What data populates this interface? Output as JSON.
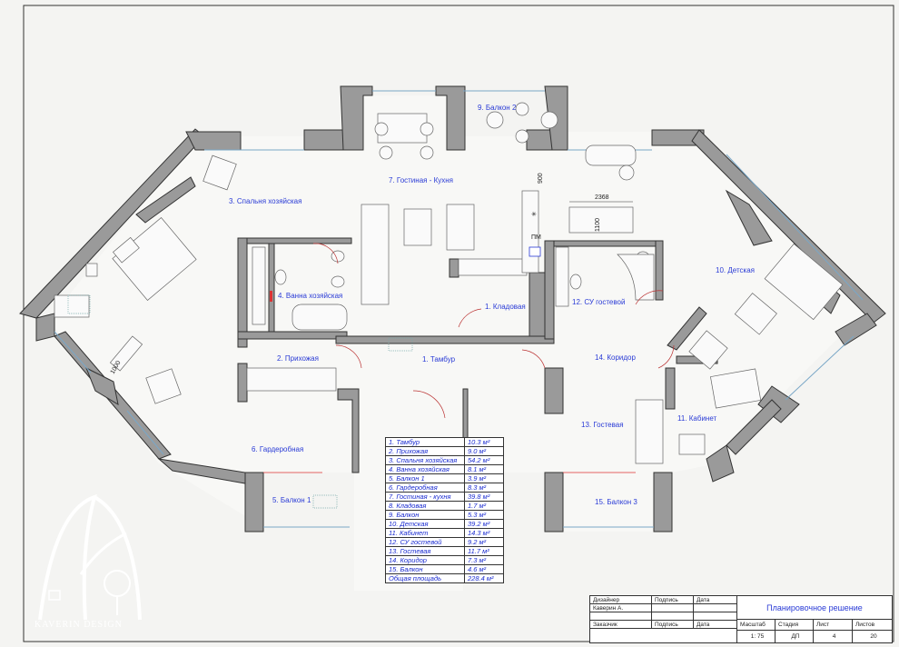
{
  "rooms": {
    "r1": "1. Тамбур",
    "r2": "2. Прихожая",
    "r3": "3. Спальня хозяйская",
    "r4": "4. Ванна хозяйская",
    "r5": "5. Балкон 1",
    "r6": "6. Гардеробная",
    "r7": "7. Гостиная - Кухня",
    "r8": "1. Кладовая",
    "r9": "9. Балкон 2",
    "r10": "10. Детская",
    "r11": "11. Кабинет",
    "r12": "12. СУ гостевой",
    "r13": "13. Гостевая",
    "r14": "14. Коридор",
    "r15": "15. Балкон 3"
  },
  "dimensions": {
    "d1": "900",
    "d2": "2368",
    "d3": "1100",
    "d4": "1000",
    "pm": "ПМ"
  },
  "legend": [
    {
      "name": "1. Тамбур",
      "area": "10.3 м²"
    },
    {
      "name": "2. Прихожая",
      "area": "9.0 м²"
    },
    {
      "name": "3. Спальня хозяйская",
      "area": "54.2 м²"
    },
    {
      "name": "4. Ванна хозяйская",
      "area": "8.1 м²"
    },
    {
      "name": "5. Балкон 1",
      "area": "3.9 м²"
    },
    {
      "name": "6. Гардеробная",
      "area": "8.3 м²"
    },
    {
      "name": "7. Гостиная - кухня",
      "area": "39.8 м²"
    },
    {
      "name": "8. Кладовая",
      "area": "1.7 м²"
    },
    {
      "name": "9. Балкон",
      "area": "5.3 м²"
    },
    {
      "name": "10. Детская",
      "area": "39.2 м²"
    },
    {
      "name": "11. Кабинет",
      "area": "14.3 м²"
    },
    {
      "name": "12. СУ гостевой",
      "area": "9.2 м²"
    },
    {
      "name": "13. Гостевая",
      "area": "11.7 м²"
    },
    {
      "name": "14. Коридор",
      "area": "7.3 м²"
    },
    {
      "name": "15. Балкон",
      "area": "4.6 м²"
    },
    {
      "name": "Общая площадь",
      "area": "228.4 м²"
    }
  ],
  "stamp": {
    "designer": "Дизайнер",
    "signature1": "Подпись",
    "date1": "Дата",
    "designer_name": "Каверин А.",
    "customer": "Заказчик",
    "signature2": "Подпись",
    "date2": "Дата",
    "scale_label": "Масштаб",
    "stage_label": "Стадия",
    "sheet_label": "Лист",
    "sheets_label": "Листов",
    "scale": "1: 75",
    "stage": "ДП",
    "sheet": "4",
    "sheets": "20",
    "title": "Планировочное решение"
  },
  "logo": {
    "text": "KAVERIN DESIGN"
  }
}
